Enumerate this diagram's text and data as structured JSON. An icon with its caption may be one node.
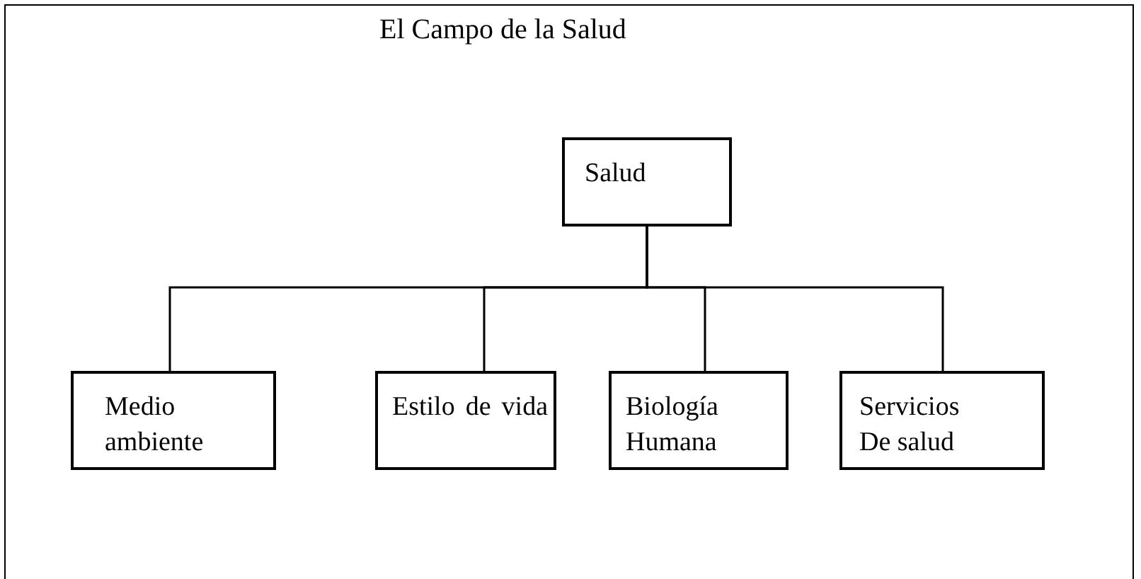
{
  "diagram": {
    "title": "El Campo de la Salud",
    "nodes": [
      {
        "text": [
          "Salud"
        ]
      },
      {
        "text": [
          "Medio ambiente"
        ]
      },
      {
        "text": [
          "Estilo de vida"
        ]
      },
      {
        "text": [
          "Biología Humana"
        ]
      },
      {
        "text": [
          "Servicios De salud"
        ]
      }
    ],
    "edges": [
      {
        "from": 0,
        "to": 1,
        "arrow": "none"
      },
      {
        "from": 0,
        "to": 2,
        "arrow": "none"
      },
      {
        "from": 0,
        "to": 3,
        "arrow": "none"
      },
      {
        "from": 0,
        "to": 4,
        "arrow": "none"
      }
    ]
  }
}
